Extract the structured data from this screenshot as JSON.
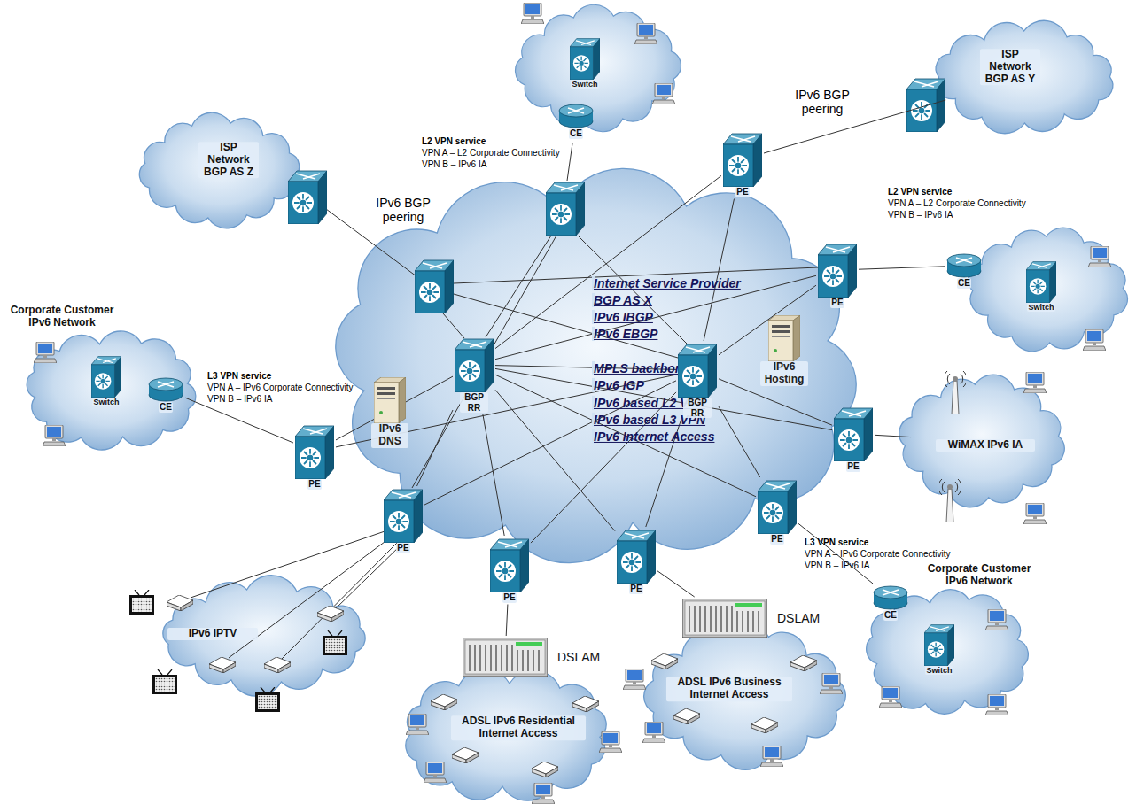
{
  "diagram": {
    "nodes": [
      {
        "text": [
          "ISP Network BGP AS Z"
        ]
      },
      {
        "text": [
          "ISP Network BGP AS Y"
        ]
      },
      {
        "text": [
          "Internet Service Provider",
          "BGP AS X",
          "IPv6 IBGP",
          "IPv6 EBGP",
          "MPLS backbone",
          "IPv6 IGP",
          "IPv6 based L2 VPN",
          "IPv6 based L3 VPN",
          "IPv6 Internet Access"
        ]
      },
      {
        "text": [
          "BGP RR"
        ],
        "in": 2
      },
      {
        "text": [
          "BGP RR"
        ],
        "in": 2
      },
      {
        "text": [
          "IPv6 DNS"
        ],
        "in": 2
      },
      {
        "text": [
          "IPv6 Hosting"
        ],
        "in": 2
      },
      {
        "text": [
          "PE"
        ]
      },
      {
        "text": [
          "PE"
        ]
      },
      {
        "text": [
          "PE"
        ]
      },
      {
        "text": [
          "PE"
        ]
      },
      {
        "text": [
          "PE"
        ]
      },
      {
        "text": [
          "PE"
        ]
      },
      {
        "text": [
          "PE"
        ]
      },
      {
        "text": [
          "PE"
        ]
      },
      {
        "text": [
          "Switch"
        ]
      },
      {
        "text": [
          "CE"
        ]
      },
      {
        "text": [
          "CE"
        ]
      },
      {
        "text": [
          "Switch"
        ]
      },
      {
        "text": [
          "Corporate Customer IPv6 Network"
        ]
      },
      {
        "text": [
          "Switch"
        ],
        "in": 19
      },
      {
        "text": [
          "CE"
        ],
        "in": 19
      },
      {
        "text": [
          "WiMAX IPv6 IA"
        ]
      },
      {
        "text": [
          "Corporate Customer IPv6 Network"
        ]
      },
      {
        "text": [
          "CE"
        ],
        "in": 23
      },
      {
        "text": [
          "Switch"
        ],
        "in": 23
      },
      {
        "text": [
          "IPv6 IPTV"
        ]
      },
      {
        "text": [
          "DSLAM"
        ]
      },
      {
        "text": [
          "ADSL IPv6 Residential Internet Access"
        ]
      },
      {
        "text": [
          "DSLAM"
        ]
      },
      {
        "text": [
          "ADSL IPv6 Business Internet Access"
        ]
      }
    ],
    "edges": [
      {
        "from": 3,
        "to": 4,
        "arrow": "none"
      },
      {
        "from": 3,
        "to": 7,
        "arrow": "none"
      },
      {
        "from": 3,
        "to": 8,
        "arrow": "none"
      },
      {
        "from": 3,
        "to": 9,
        "arrow": "none"
      },
      {
        "from": 3,
        "to": 10,
        "arrow": "none"
      },
      {
        "from": 3,
        "to": 11,
        "arrow": "none"
      },
      {
        "from": 3,
        "to": 12,
        "arrow": "none"
      },
      {
        "from": 3,
        "to": 13,
        "arrow": "none"
      },
      {
        "from": 3,
        "to": 14,
        "arrow": "none"
      },
      {
        "from": 4,
        "to": 7,
        "arrow": "none"
      },
      {
        "from": 4,
        "to": 8,
        "arrow": "none"
      },
      {
        "from": 4,
        "to": 9,
        "arrow": "none"
      },
      {
        "from": 4,
        "to": 10,
        "arrow": "none"
      },
      {
        "from": 4,
        "to": 11,
        "arrow": "none"
      },
      {
        "from": 4,
        "to": 12,
        "arrow": "none"
      },
      {
        "from": 4,
        "to": 13,
        "arrow": "none"
      },
      {
        "from": 4,
        "to": 14,
        "arrow": "none"
      },
      {
        "from": 1,
        "to": 7,
        "arrow": "none"
      },
      {
        "from": 17,
        "to": 8,
        "arrow": "none"
      },
      {
        "from": 21,
        "to": 14,
        "arrow": "none"
      },
      {
        "from": 22,
        "to": 9,
        "arrow": "none"
      },
      {
        "from": 24,
        "to": 10,
        "arrow": "none"
      },
      {
        "from": 27,
        "to": 12,
        "arrow": "none"
      },
      {
        "from": 29,
        "to": 11,
        "arrow": "none"
      }
    ],
    "labels": [
      "IPv6 BGP peering",
      "IPv6 BGP peering",
      "L2 VPN service",
      "VPN A – L2 Corporate Connectivity",
      "VPN B – IPv6 IA",
      "L2 VPN service",
      "VPN A – L2 Corporate Connectivity",
      "VPN B – IPv6 IA",
      "L3 VPN service",
      "VPN A – IPv6 Corporate Connectivity",
      "VPN B – IPv6 IA",
      "L3 VPN service",
      "VPN A – IPv6 Corporate Connectivity",
      "VPN B – IPv6 IA"
    ]
  }
}
